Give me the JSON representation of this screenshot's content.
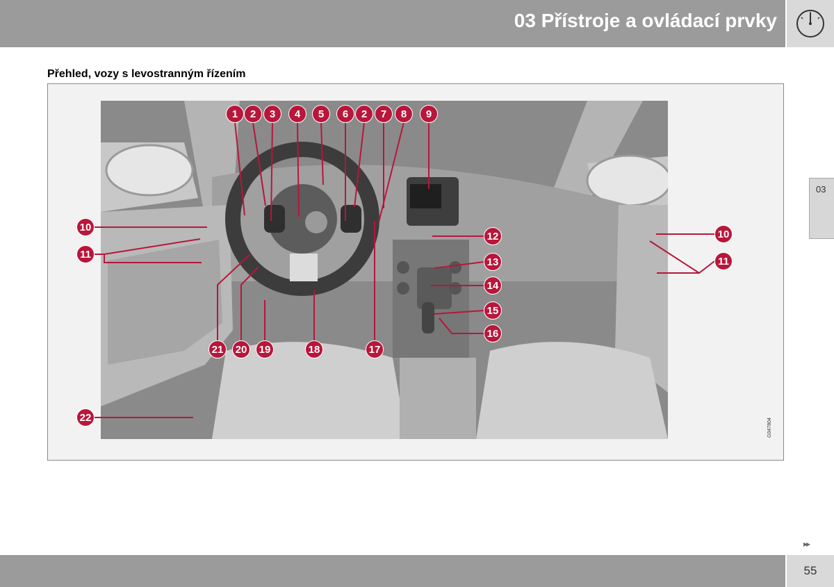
{
  "header": {
    "title": "03 Přístroje a ovládací prvky",
    "icon": "speedometer-icon"
  },
  "side_tab": {
    "label": "03"
  },
  "section": {
    "title": "Přehled, vozy s levostranným řízením"
  },
  "figure": {
    "code": "G047804",
    "callouts": [
      "1",
      "2",
      "3",
      "4",
      "5",
      "6",
      "2",
      "7",
      "8",
      "9",
      "10",
      "11",
      "12",
      "13",
      "14",
      "15",
      "16",
      "17",
      "18",
      "19",
      "20",
      "21",
      "22",
      "10",
      "11"
    ]
  },
  "navigation": {
    "next_icon": "double-chevron-right-icon",
    "next_glyph": "▸▸"
  },
  "footer": {
    "page_number": "55"
  },
  "colors": {
    "band": "#9b9b9b",
    "callout": "#b8163a",
    "page_box": "#d9d9d9"
  }
}
